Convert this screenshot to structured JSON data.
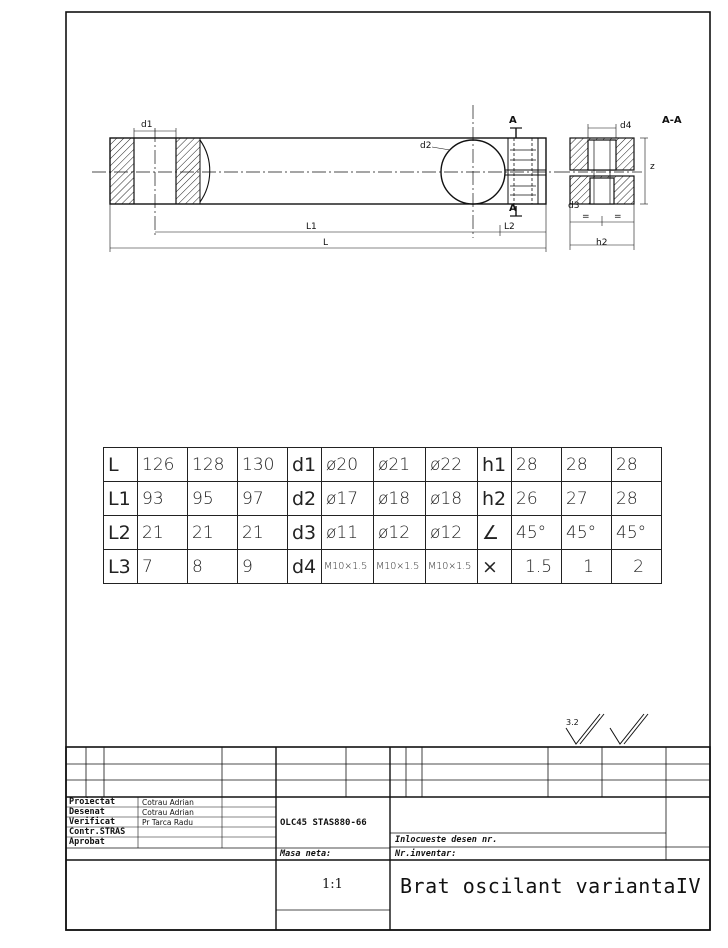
{
  "drawing": {
    "section_label": "A-A",
    "cut_marker": "A",
    "dims": {
      "d1": "d1",
      "d2": "d2",
      "d3": "d3",
      "d4": "d4",
      "L1": "L1",
      "L": "L",
      "L2": "L2",
      "h2": "h2",
      "z": "z",
      "eq1": "=",
      "eq2": "="
    }
  },
  "value_table": {
    "rows": [
      [
        "L",
        "126",
        "128",
        "130",
        "d1",
        "ø20",
        "ø21",
        "ø22",
        "h1",
        "28",
        "28",
        "28"
      ],
      [
        "L1",
        "93",
        "95",
        "97",
        "d2",
        "ø17",
        "ø18",
        "ø18",
        "h2",
        "26",
        "27",
        "28"
      ],
      [
        "L2",
        "21",
        "21",
        "21",
        "d3",
        "ø11",
        "ø12",
        "ø12",
        "∠",
        "45°",
        "45°",
        "45°"
      ],
      [
        "L3",
        "7",
        "8",
        "9",
        "d4",
        "M10×1.5",
        "M10×1.5",
        "M10×1.5",
        "×",
        "1.5",
        "1",
        "2"
      ]
    ]
  },
  "surface": {
    "roughness": "3.2"
  },
  "title_block": {
    "roles": [
      "Proiectat",
      "Desenat",
      "Verificat",
      "Contr.STRAS",
      "Aprobat"
    ],
    "names": [
      "Cotrau Adrian",
      "Cotrau Adrian",
      "Pr Tarca Radu",
      "",
      ""
    ],
    "material": "OLC45 STAS880-66",
    "mass_label": "Masa neta:",
    "replaces_label": "Inlocueste desen nr.",
    "inventory_label": "Nr.inventar:",
    "scale": "1:1",
    "title": "Brat oscilant variantaIV"
  }
}
